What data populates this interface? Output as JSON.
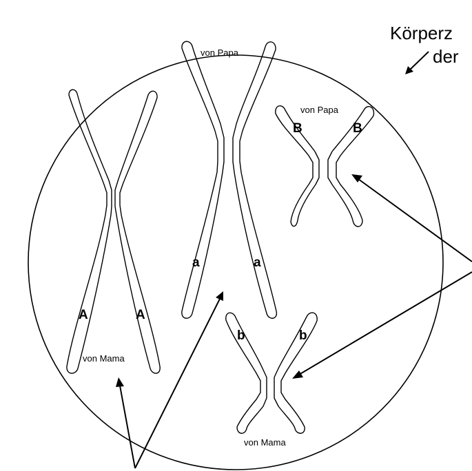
{
  "cell_label": {
    "line1": "Körperz",
    "line2": "der"
  },
  "chromosome_pairs": [
    {
      "origin_label": "von Mama",
      "allele_left": "A",
      "allele_right": "A"
    },
    {
      "origin_label": "von Papa",
      "allele_left": "a",
      "allele_right": "a"
    },
    {
      "origin_label": "von Papa",
      "allele_left": "B",
      "allele_right": "B"
    },
    {
      "origin_label": "von Mama",
      "allele_left": "b",
      "allele_right": "b"
    }
  ],
  "colors": {
    "stroke": "#000000",
    "background": "#ffffff"
  }
}
